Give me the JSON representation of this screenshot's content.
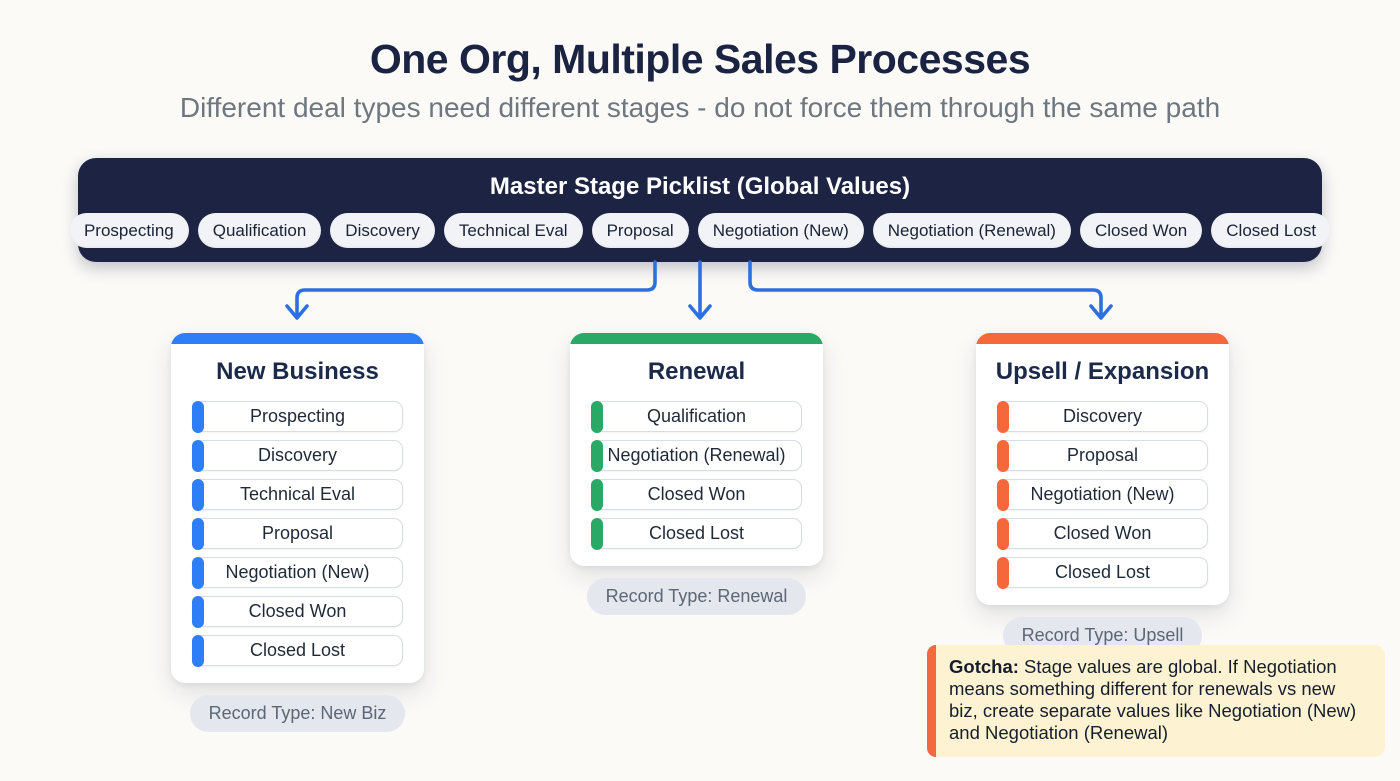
{
  "page": {
    "title": "One Org, Multiple Sales Processes",
    "subtitle": "Different deal types need different stages - do not force them through the same path"
  },
  "master": {
    "title": "Master Stage Picklist (Global Values)",
    "stages": [
      "Prospecting",
      "Qualification",
      "Discovery",
      "Technical Eval",
      "Proposal",
      "Negotiation (New)",
      "Negotiation (Renewal)",
      "Closed Won",
      "Closed Lost"
    ]
  },
  "processes": [
    {
      "name": "New Business",
      "accent": "#2d7ef7",
      "stages": [
        "Prospecting",
        "Discovery",
        "Technical Eval",
        "Proposal",
        "Negotiation (New)",
        "Closed Won",
        "Closed Lost"
      ],
      "record_type": "Record Type: New Biz"
    },
    {
      "name": "Renewal",
      "accent": "#2aa966",
      "stages": [
        "Qualification",
        "Negotiation (Renewal)",
        "Closed Won",
        "Closed Lost"
      ],
      "record_type": "Record Type: Renewal"
    },
    {
      "name": "Upsell / Expansion",
      "accent": "#f4683c",
      "stages": [
        "Discovery",
        "Proposal",
        "Negotiation (New)",
        "Closed Won",
        "Closed Lost"
      ],
      "record_type": "Record Type: Upsell"
    }
  ],
  "gotcha": {
    "label": "Gotcha:",
    "text": "Stage values are global. If Negotiation means something different for renewals vs new biz, create separate values like Negotiation (New) and Negotiation (Renewal)"
  },
  "colors": {
    "bg": "#fbfaf7",
    "navy": "#1d2342",
    "navy_text": "#1a2342",
    "subtitle": "#6e7680",
    "arrow": "#2e6fe0",
    "note_bg": "#fdf3d2",
    "note_accent": "#f3683c"
  }
}
